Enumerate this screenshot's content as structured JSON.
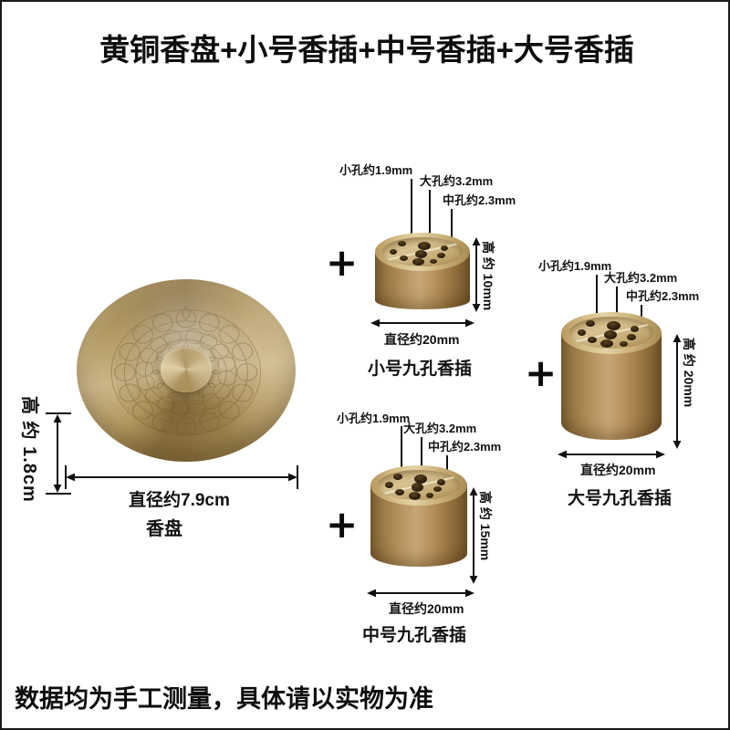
{
  "headline": "黄铜香盘+小号香插+中号香插+大号香插",
  "footnote": "数据均为手工测量，具体请以实物为准",
  "plus_symbol": "+",
  "colors": {
    "brass_light": "#e3d2a4",
    "brass_mid": "#c8a675",
    "brass_dark": "#7e6034",
    "hole": "#3a2a12",
    "text": "#121212",
    "background": "#ffffff",
    "border": "#1a1a1a"
  },
  "products": [
    {
      "id": "incense-plate",
      "name": "香盘",
      "diameter_label": "直径约7.9cm",
      "height_label_lines": [
        "高",
        "约",
        "1.8cm"
      ]
    },
    {
      "id": "small-holder",
      "name": "小号九孔香插",
      "diameter_label": "直径约20mm",
      "height_label_lines": [
        "高",
        "约",
        "10mm"
      ],
      "hole_labels": {
        "small": "小孔约1.9mm",
        "large": "大孔约3.2mm",
        "medium": "中孔约2.3mm"
      }
    },
    {
      "id": "medium-holder",
      "name": "中号九孔香插",
      "diameter_label": "直径约20mm",
      "height_label_lines": [
        "高",
        "约",
        "15mm"
      ],
      "hole_labels": {
        "small": "小孔约1.9mm",
        "large": "大孔约3.2mm",
        "medium": "中孔约2.3mm"
      }
    },
    {
      "id": "large-holder",
      "name": "大号九孔香插",
      "diameter_label": "直径约20mm",
      "height_label_lines": [
        "高",
        "约",
        "20mm"
      ],
      "hole_labels": {
        "small": "小孔约1.9mm",
        "large": "大孔约3.2mm",
        "medium": "中孔约2.3mm"
      }
    }
  ]
}
